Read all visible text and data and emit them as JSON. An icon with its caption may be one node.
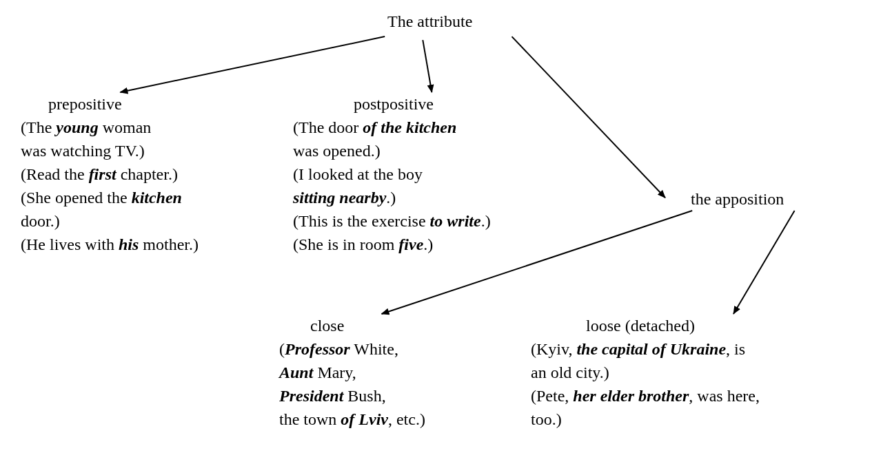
{
  "diagram": {
    "nodes": [
      {
        "text": [
          "The attribute"
        ]
      },
      {
        "text": [
          "prepositive",
          "(The **young** woman was watching TV.)",
          "(Read the **first** chapter.)",
          "(She opened the **kitchen** door.)",
          "(He lives with **his** mother.)"
        ]
      },
      {
        "text": [
          "postpositive",
          "(The door **of the kitchen** was opened.)",
          "(I looked at the boy **sitting nearby**.)",
          "(This is the exercise **to write**.)",
          "(She is in room **five**.)"
        ]
      },
      {
        "text": [
          "the apposition"
        ]
      },
      {
        "text": [
          "close",
          "(**Professor** White,",
          "**Aunt** Mary,",
          "**President** Bush,",
          "the town **of Lviv**, etc.)"
        ]
      },
      {
        "text": [
          "loose (detached)",
          "(Kyiv, **the capital of Ukraine**, is an old city.)",
          "(Pete, **her elder brother**, was here, too.)"
        ]
      }
    ],
    "edges": [
      {
        "from": 0,
        "to": 1,
        "arrow": "to"
      },
      {
        "from": 0,
        "to": 2,
        "arrow": "to"
      },
      {
        "from": 0,
        "to": 3,
        "arrow": "to"
      },
      {
        "from": 3,
        "to": 4,
        "arrow": "to"
      },
      {
        "from": 3,
        "to": 5,
        "arrow": "to"
      }
    ]
  }
}
